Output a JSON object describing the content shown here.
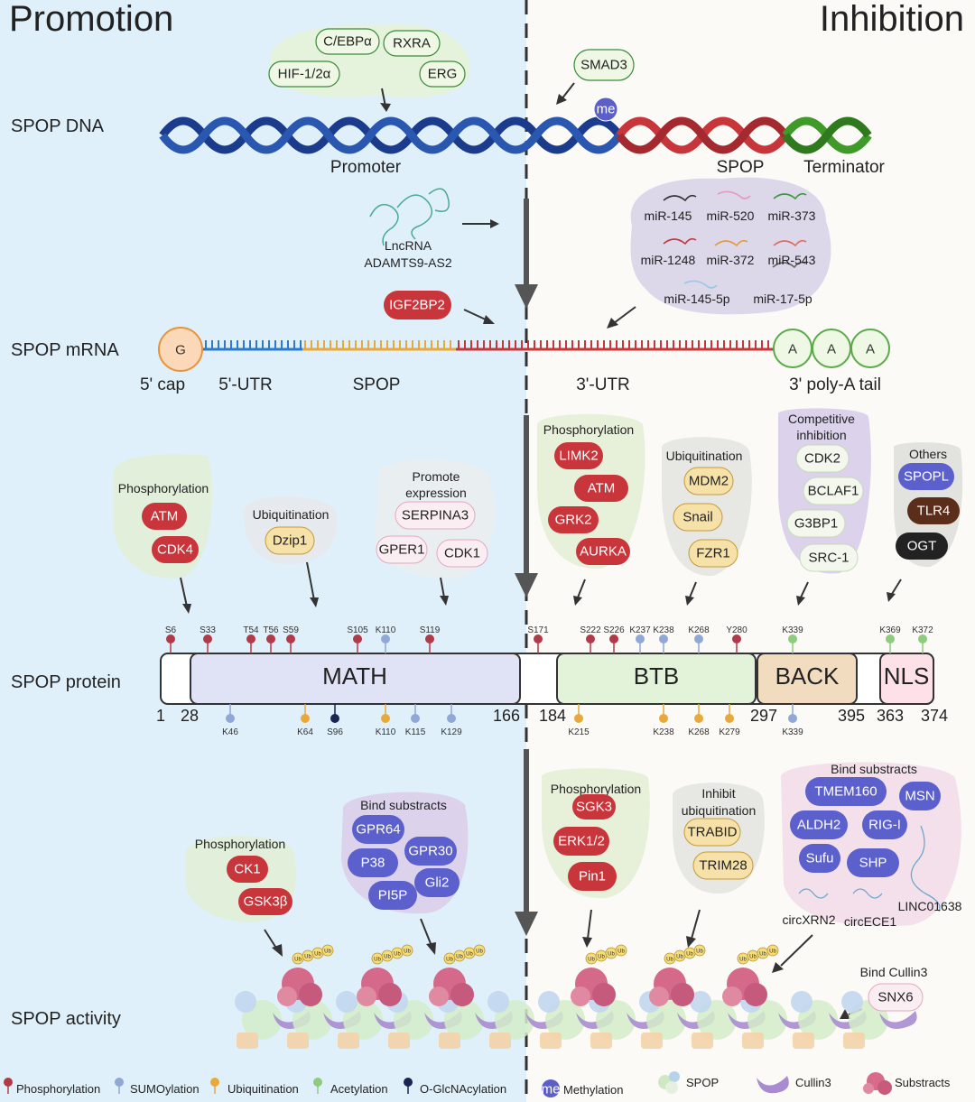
{
  "headers": {
    "left": "Promotion",
    "right": "Inhibition"
  },
  "rows": {
    "dna": "SPOP DNA",
    "mrna": "SPOP mRNA",
    "protein": "SPOP protein",
    "activity": "SPOP activity"
  },
  "dna": {
    "regulators_left": [
      "C/EBPα",
      "RXRA",
      "HIF-1/2α",
      "ERG"
    ],
    "regulators_right": [
      "SMAD3"
    ],
    "methyl_badge": "me",
    "labels": {
      "promoter": "Promoter",
      "spop": "SPOP",
      "terminator": "Terminator"
    }
  },
  "lncrna": {
    "line1": "LncRNA",
    "line2": "ADAMTS9-AS2"
  },
  "igf2bp2": "IGF2BP2",
  "mirnas": [
    "miR-145",
    "miR-520",
    "miR-373",
    "miR-1248",
    "miR-372",
    "miR-543",
    "miR-145-5p",
    "miR-17-5p"
  ],
  "mrna": {
    "cap_letter": "G",
    "poly_a": [
      "A",
      "A",
      "A"
    ],
    "labels": [
      "5' cap",
      "5'-UTR",
      "SPOP",
      "3'-UTR",
      "3' poly-A tail"
    ]
  },
  "protein": {
    "top_groups": [
      {
        "title": "Phosphorylation",
        "items": [
          "ATM",
          "CDK4"
        ]
      },
      {
        "title": "Ubiquitination",
        "items": [
          "Dzip1"
        ]
      },
      {
        "title_1": "Promote",
        "title_2": "expression",
        "items": [
          "SERPINA3",
          "GPER1",
          "CDK1"
        ]
      },
      {
        "title": "Phosphorylation",
        "items": [
          "LIMK2",
          "ATM",
          "GRK2",
          "AURKA"
        ]
      },
      {
        "title": "Ubiquitination",
        "items": [
          "MDM2",
          "Snail",
          "FZR1"
        ]
      },
      {
        "title_1": "Competitive",
        "title_2": "inhibition",
        "items": [
          "CDK2",
          "BCLAF1",
          "G3BP1",
          "SRC-1"
        ]
      },
      {
        "title": "Others",
        "items": [
          "SPOPL",
          "TLR4",
          "OGT"
        ]
      }
    ],
    "domains": [
      "MATH",
      "BTB",
      "BACK",
      "NLS"
    ],
    "positions": [
      "1",
      "28",
      "166",
      "184",
      "297",
      "395",
      "363",
      "374"
    ],
    "sites_above": [
      "S6",
      "S33",
      "T54",
      "T56",
      "S59",
      "S105",
      "K110",
      "S119",
      "S171",
      "S222",
      "S226",
      "K237",
      "K238",
      "K268",
      "Y280",
      "K339",
      "K369",
      "K372"
    ],
    "sites_below": [
      "K46",
      "K64",
      "S96",
      "K110",
      "K115",
      "K129",
      "K215",
      "K238",
      "K268",
      "K279",
      "K339"
    ]
  },
  "activity": {
    "groups": [
      {
        "title": "Phosphorylation",
        "items": [
          "CK1",
          "GSK3β"
        ]
      },
      {
        "title": "Bind substracts",
        "items": [
          "GPR64",
          "P38",
          "GPR30",
          "Gli2",
          "PI5P"
        ]
      },
      {
        "title": "Phosphorylation",
        "items": [
          "SGK3",
          "ERK1/2",
          "Pin1"
        ]
      },
      {
        "title_1": "Inhibit",
        "title_2": "ubiquitination",
        "items": [
          "TRABID",
          "TRIM28"
        ]
      },
      {
        "title": "Bind substracts",
        "items": [
          "TMEM160",
          "MSN",
          "ALDH2",
          "RIG-I",
          "Sufu",
          "SHP"
        ],
        "extra": [
          "circXRN2",
          "circECE1",
          "LINC01638"
        ]
      }
    ],
    "cullin": {
      "title": "Bind Cullin3",
      "item": "SNX6"
    },
    "ub": "Ub"
  },
  "legend": [
    "Phosphorylation",
    "SUMOylation",
    "Ubiquitination",
    "Acetylation",
    "O-GlcNAcylation",
    "Methylation",
    "SPOP",
    "Cullin3",
    "Substracts"
  ],
  "colors": {
    "left_bg": "#dff0fa",
    "right_bg": "#fbfaf6",
    "red": "#c8363c",
    "blue_pill": "#5b60cc",
    "phos": "#b23a48",
    "sumo": "#8fa8d6",
    "ubiq": "#e8a93a",
    "acet": "#8ecb7e",
    "oglc": "#1c2451",
    "methyl": "#5b5fc7"
  }
}
